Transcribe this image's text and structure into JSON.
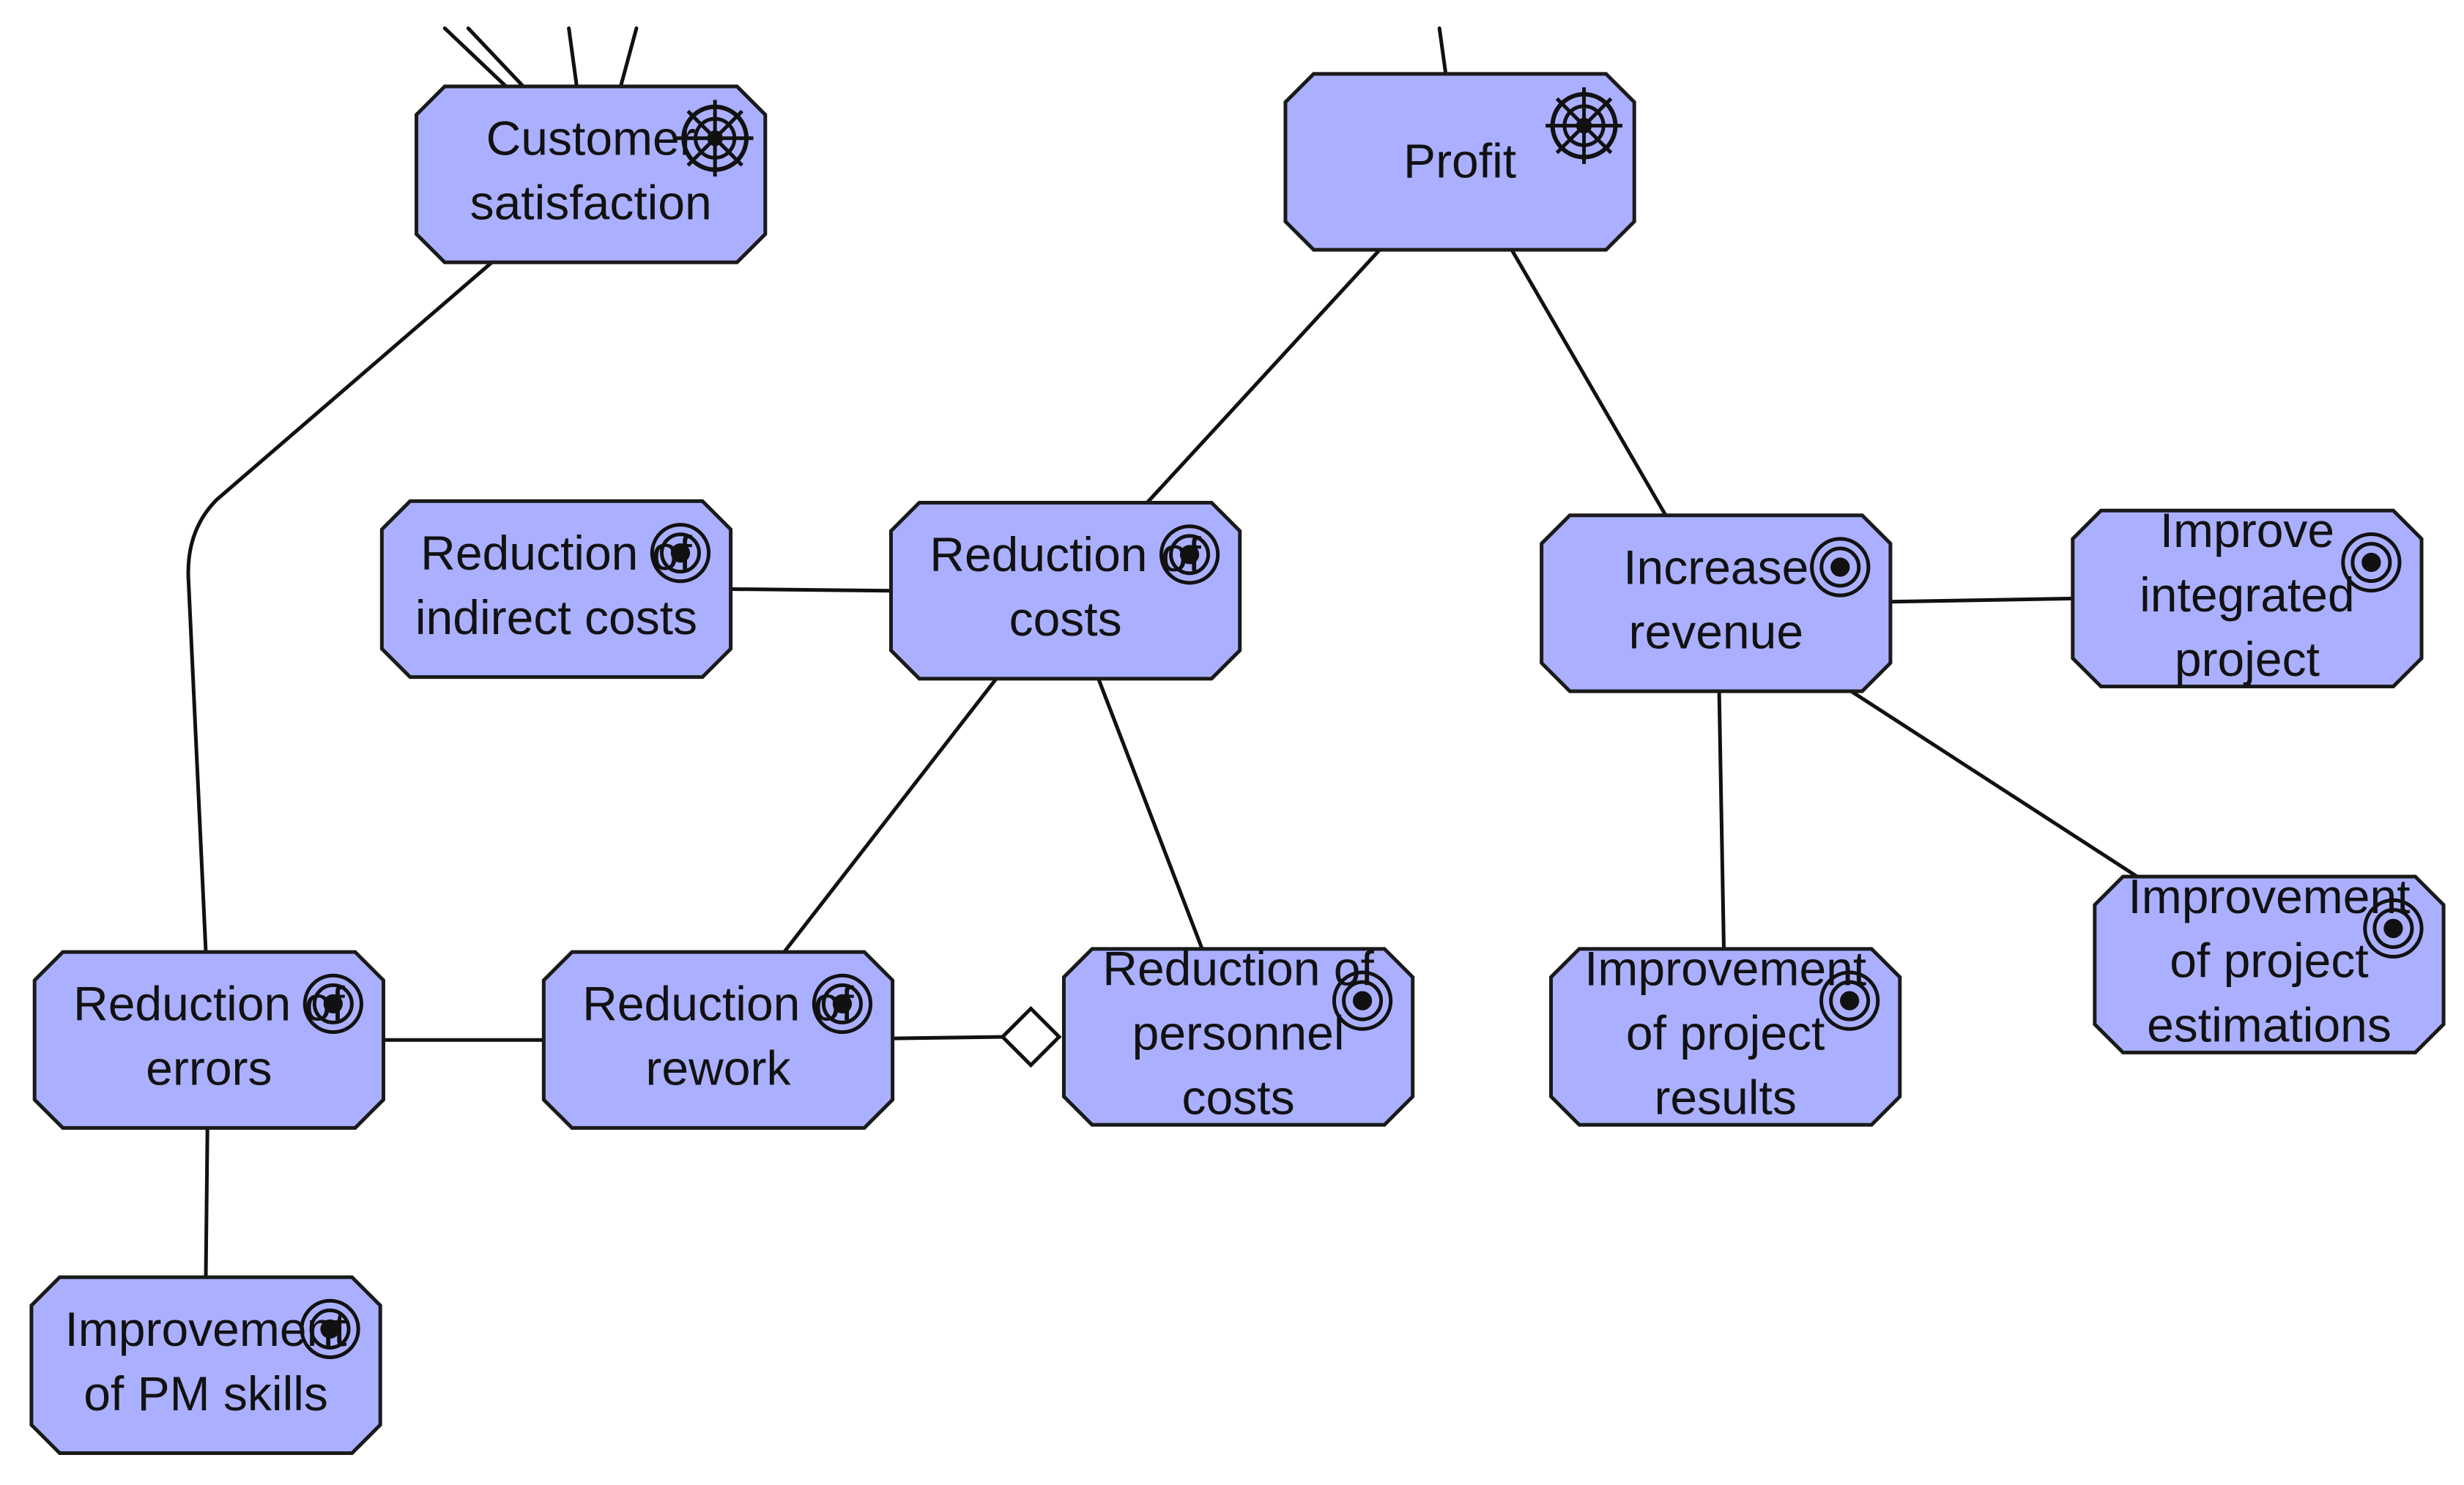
{
  "nodes": [
    {
      "id": "customer-satisfaction",
      "lines": [
        "Customer",
        "satisfaction"
      ],
      "icon": "steering-wheel-icon"
    },
    {
      "id": "profit",
      "lines": [
        "Profit"
      ],
      "icon": "steering-wheel-icon"
    },
    {
      "id": "reduction-of-indirect-costs",
      "lines": [
        "Reduction of",
        "indirect costs"
      ],
      "icon": "goal-target-icon"
    },
    {
      "id": "reduction-of-costs",
      "lines": [
        "Reduction of",
        "costs"
      ],
      "icon": "goal-target-icon"
    },
    {
      "id": "increase-revenue",
      "lines": [
        "Increase",
        "revenue"
      ],
      "icon": "goal-target-icon"
    },
    {
      "id": "improve-integrated-project",
      "lines": [
        "Improve",
        "integrated",
        "project"
      ],
      "icon": "goal-target-icon"
    },
    {
      "id": "reduction-of-errors",
      "lines": [
        "Reduction of",
        "errors"
      ],
      "icon": "goal-target-icon"
    },
    {
      "id": "reduction-of-rework",
      "lines": [
        "Reduction of",
        "rework"
      ],
      "icon": "goal-target-icon"
    },
    {
      "id": "reduction-of-personnel-costs",
      "lines": [
        "Reduction of",
        "personnel",
        "costs"
      ],
      "icon": "goal-target-icon"
    },
    {
      "id": "improvement-of-project-results",
      "lines": [
        "Improvement",
        "of project",
        "results"
      ],
      "icon": "goal-target-icon"
    },
    {
      "id": "improvement-of-project-estimations",
      "lines": [
        "Improvement",
        "of project",
        "estimations"
      ],
      "icon": "goal-target-icon"
    },
    {
      "id": "improvement-of-pm-skills",
      "lines": [
        "Improvement",
        "of PM skills"
      ],
      "icon": "goal-target-icon"
    }
  ],
  "edges": [
    {
      "from": "customer-satisfaction",
      "to": "reduction-of-errors"
    },
    {
      "from": "profit",
      "to": "reduction-of-costs"
    },
    {
      "from": "profit",
      "to": "increase-revenue"
    },
    {
      "from": "reduction-of-indirect-costs",
      "to": "reduction-of-costs"
    },
    {
      "from": "reduction-of-costs",
      "to": "reduction-of-rework"
    },
    {
      "from": "reduction-of-costs",
      "to": "reduction-of-personnel-costs"
    },
    {
      "from": "increase-revenue",
      "to": "improve-integrated-project"
    },
    {
      "from": "increase-revenue",
      "to": "improvement-of-project-results"
    },
    {
      "from": "increase-revenue",
      "to": "improvement-of-project-estimations"
    },
    {
      "from": "reduction-of-errors",
      "to": "reduction-of-rework"
    },
    {
      "from": "reduction-of-errors",
      "to": "improvement-of-pm-skills"
    },
    {
      "from": "reduction-of-rework",
      "to": "reduction-of-personnel-costs",
      "marker": "diamond"
    }
  ],
  "colors": {
    "node_fill": "#aab0ff",
    "node_stroke": "#1a1a1a",
    "edge": "#111111",
    "text": "#111111"
  }
}
